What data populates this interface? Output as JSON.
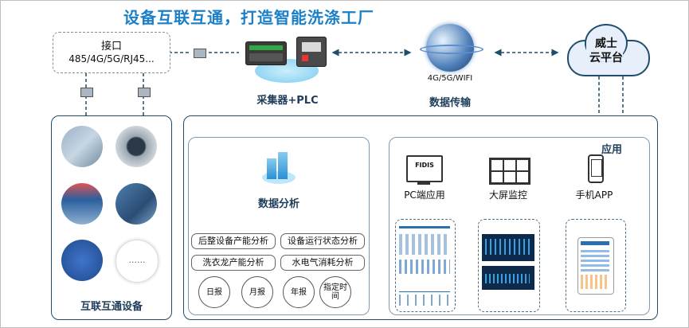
{
  "title": "设备互联互通，打造智能洗涤工厂",
  "interface": {
    "label": "接口",
    "protocols": "485/4G/5G/RJ45..."
  },
  "collector": {
    "label": "采集器+PLC"
  },
  "transmission": {
    "network": "4G/5G/WIFI",
    "label": "数据传输"
  },
  "cloud": {
    "line1": "威士",
    "line2": "云平台"
  },
  "devices": {
    "label": "互联互通设备",
    "more": "......"
  },
  "analysis": {
    "label": "数据分析",
    "items": [
      "后整设备产能分析",
      "设备运行状态分析",
      "洗衣龙产能分析",
      "水电气消耗分析"
    ],
    "reports": [
      "日报",
      "月报",
      "年报",
      "指定时间"
    ]
  },
  "apps": {
    "heading": "应用",
    "pc": {
      "label": "PC端应用",
      "brand": "FIDIS"
    },
    "bigscreen": {
      "label": "大屏监控"
    },
    "mobile": {
      "label": "手机APP"
    }
  },
  "colors": {
    "title": "#1a7fc7",
    "box_border": "#1f4d6b",
    "accent": "#2a6fb0"
  }
}
